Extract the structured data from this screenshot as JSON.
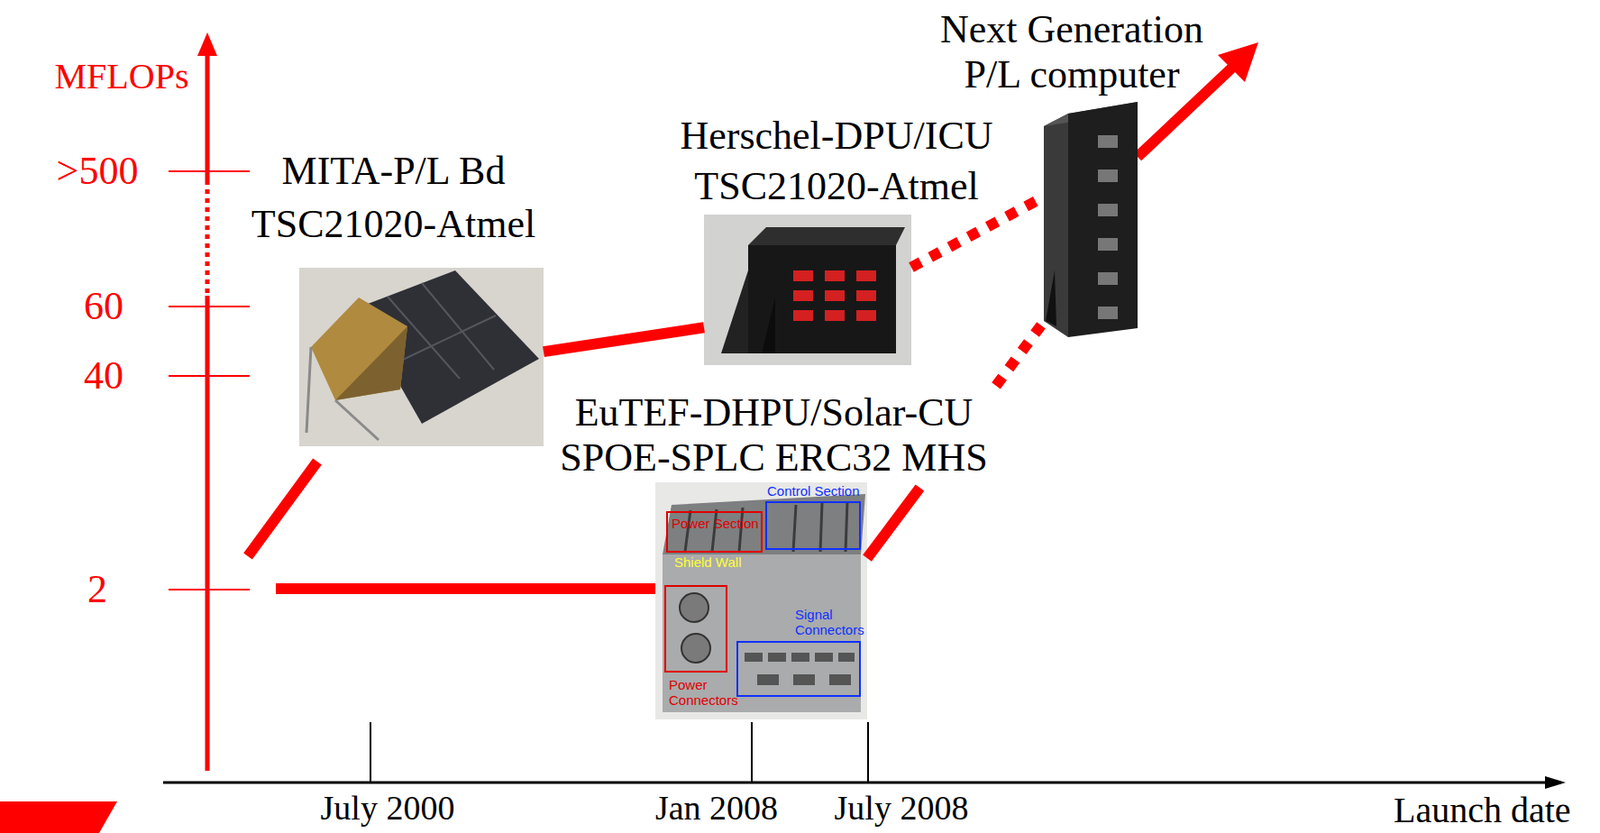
{
  "diagram": {
    "nodes": [
      {
        "text": [
          "MITA-P/L Bd TSC21020-Atmel"
        ]
      },
      {
        "text": [
          "Herschel-DPU/ICU TSC21020-Atmel"
        ]
      },
      {
        "text": [
          "Next Generation P/L computer"
        ]
      },
      {
        "text": [
          "EuTEF-DHPU/Solar-CU SPOE-SPLC ERC32 MHS"
        ]
      }
    ],
    "edges": [
      {
        "from": 0,
        "to": 1,
        "arrow": "none"
      },
      {
        "from": 1,
        "to": 2,
        "arrow": "none"
      },
      {
        "from": 3,
        "to": 2,
        "arrow": "none"
      }
    ],
    "labels": [
      "MFLOPs",
      ">500",
      "60",
      "40",
      "2",
      "July 2000",
      "Jan 2008",
      "July 2008",
      "Launch date",
      "Power Section",
      "Control Section",
      "Shield Wall",
      "Signal Connectors",
      "Power Connectors"
    ]
  }
}
